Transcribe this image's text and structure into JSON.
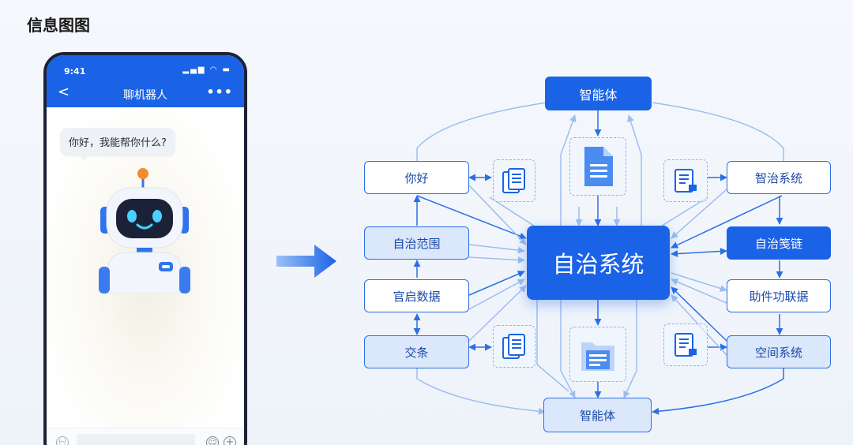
{
  "page_title": "信息图图",
  "phone": {
    "status_time": "9:41",
    "status_icons": "▂▄▆ ◠ ▬",
    "nav_title": "聊机器人",
    "nav_back": "<",
    "nav_more": "•••",
    "bubble_text": "你好，我能帮你什么?",
    "input_voice": "㈠",
    "input_emoji": "☺",
    "input_plus": "+"
  },
  "diagram": {
    "center": "自治系统",
    "top_agent": "智能体",
    "bottom_agent": "智能体",
    "left_nodes": [
      "你好",
      "自治范围",
      "官启数据",
      "交条"
    ],
    "right_nodes": [
      "智治系统",
      "自治笺链",
      "助件功联据",
      "空间系统"
    ]
  },
  "colors": {
    "primary": "#1b63e6",
    "light_fill": "#dbe7fb",
    "connector": "#9cbdf2"
  }
}
